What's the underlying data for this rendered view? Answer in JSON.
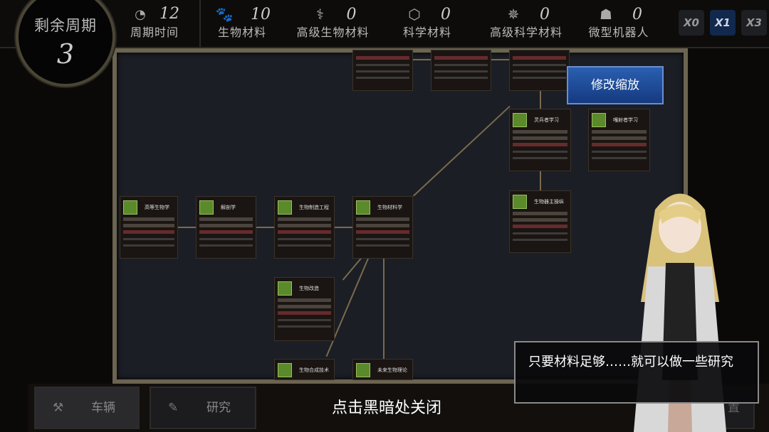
{
  "header": {
    "cycles_label": "剩余周期",
    "cycles_value": "3",
    "cycle_time_label": "周期时间",
    "cycle_time_value": "12",
    "resources": [
      {
        "icon": "paw-icon",
        "value": "10",
        "label": "生物材料"
      },
      {
        "icon": "dna-icon",
        "value": "0",
        "label": "高级生物材料"
      },
      {
        "icon": "hexagon-icon",
        "value": "0",
        "label": "科学材料"
      },
      {
        "icon": "crystal-icon",
        "value": "0",
        "label": "高级科学材料"
      },
      {
        "icon": "spider-robot-icon",
        "value": "0",
        "label": "微型机器人"
      }
    ],
    "speeds": [
      {
        "label": "X0",
        "active": false
      },
      {
        "label": "X1",
        "active": true
      },
      {
        "label": "X3",
        "active": false
      }
    ]
  },
  "zoom_button": "修改缩放",
  "cards": [
    "高等生物学",
    "解剖学",
    "生物制造工程",
    "生物材料学",
    "灵兵者学习",
    "嘎射者学习",
    "生物器主操纵",
    "生物改造",
    "生物合成技术",
    "未来生物理论"
  ],
  "bottom": {
    "vehicle": "车辆",
    "research": "研究",
    "hint": "点击黑暗处关闭",
    "settings": "置"
  },
  "dialog": {
    "text": "只要材料足够……就可以做一些研究"
  },
  "colors": {
    "accent": "#153a80",
    "panel_border": "#6b6450"
  }
}
